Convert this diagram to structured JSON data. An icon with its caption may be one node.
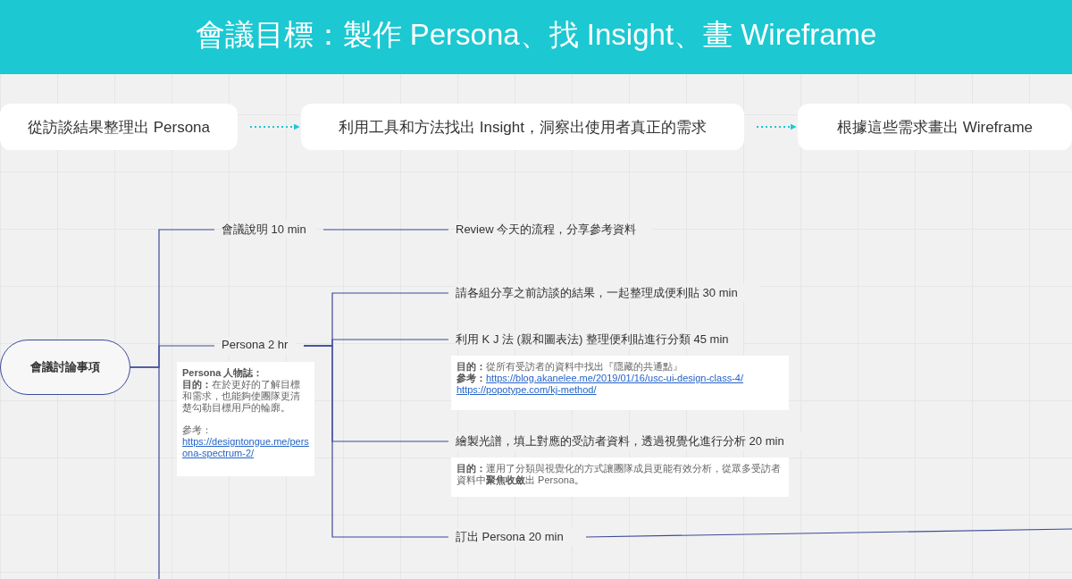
{
  "diagram": {
    "title": "會議目標：製作 Persona、找 Insight、畫 Wireframe",
    "nodes": [
      {
        "text": [
          "從訪談結果整理出 Persona"
        ]
      },
      {
        "text": [
          "利用工具和方法找出 Insight，洞察出使用者真正的需求"
        ]
      },
      {
        "text": [
          "根據這些需求畫出 Wireframe"
        ]
      },
      {
        "text": [
          "會議討論事項"
        ]
      },
      {
        "text": [
          "會議說明 10 min"
        ]
      },
      {
        "text": [
          "Review 今天的流程，分享參考資料"
        ]
      },
      {
        "text": [
          "Persona 2 hr"
        ]
      },
      {
        "text": [
          "Persona 人物誌：",
          "**目的：**在於更好的了解目標和需求，也能夠使團隊更清楚勾勒目標用戶的輪廓。",
          "參考：",
          "https://designtongue.me/persona-spectrum-2/"
        ]
      },
      {
        "text": [
          "請各組分享之前訪談的結果，一起整理成便利貼 30 min"
        ]
      },
      {
        "text": [
          "利用 K J 法 (親和圖表法) 整理便利貼進行分類 45 min"
        ]
      },
      {
        "text": [
          "**目的：**從所有受訪者的資料中找出『隱藏的共通點』",
          "參考：",
          "https://blog.akanelee.me/2019/01/16/usc-ui-design-class-4/",
          "https://popotype.com/kj-method/"
        ]
      },
      {
        "text": [
          "繪製光譜，填上對應的受訪者資料，透過視覺化進行分析 20 min"
        ]
      },
      {
        "text": [
          "**目的：**運用了分類與視覺化的方式讓團隊成員更能有效分析，從眾多受訪者資料中**聚焦收斂**出 Persona。"
        ]
      },
      {
        "text": [
          "訂出 Persona 20 min"
        ]
      }
    ],
    "edges": [
      {
        "from": 0,
        "to": 1,
        "arrow": "to",
        "style": "dashed",
        "color": "#1cc8d1"
      },
      {
        "from": 1,
        "to": 2,
        "arrow": "to",
        "style": "dashed",
        "color": "#1cc8d1"
      },
      {
        "from": 3,
        "to": 4,
        "arrow": "none"
      },
      {
        "from": 4,
        "to": 5,
        "arrow": "none"
      },
      {
        "from": 3,
        "to": 6,
        "arrow": "none"
      },
      {
        "from": 3,
        "to": null,
        "arrow": "none"
      },
      {
        "from": 6,
        "to": 8,
        "arrow": "none"
      },
      {
        "from": 6,
        "to": 9,
        "arrow": "none"
      },
      {
        "from": 6,
        "to": 11,
        "arrow": "none"
      },
      {
        "from": 6,
        "to": 13,
        "arrow": "none"
      },
      {
        "from": 13,
        "to": null,
        "arrow": "none"
      }
    ]
  }
}
